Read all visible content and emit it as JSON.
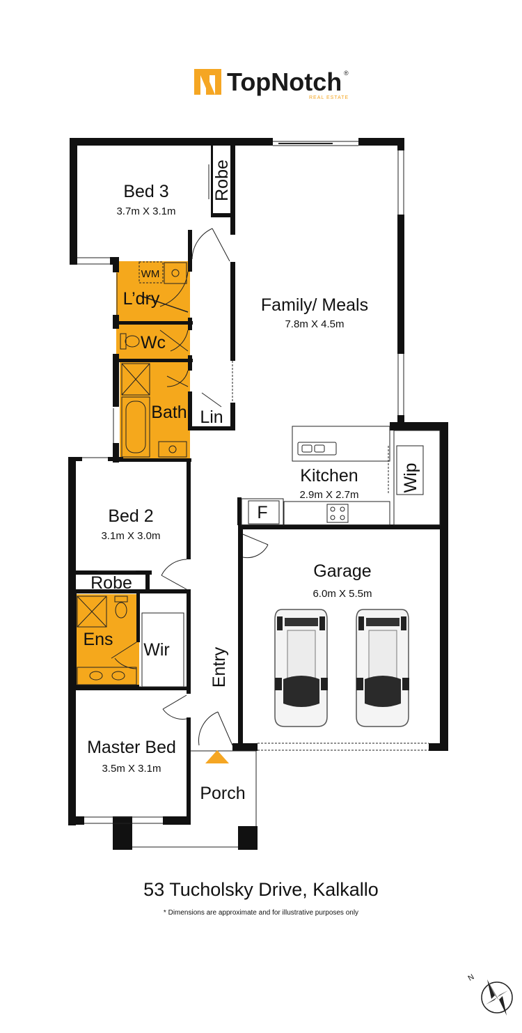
{
  "brand": {
    "name": "TopNotch",
    "tagline": "REAL ESTATE",
    "registered": "®",
    "accent_color": "#f5a623"
  },
  "rooms": {
    "bed3": {
      "name": "Bed 3",
      "size": "3.7m X 3.1m"
    },
    "robe_top": {
      "name": "Robe"
    },
    "laundry": {
      "name": "L’dry",
      "appliance": "WM"
    },
    "wc": {
      "name": "Wc"
    },
    "bath": {
      "name": "Bath"
    },
    "linen": {
      "name": "Lin"
    },
    "family": {
      "name": "Family/ Meals",
      "size": "7.8m X 4.5m"
    },
    "kitchen": {
      "name": "Kitchen",
      "size": "2.9m X 2.7m"
    },
    "wip": {
      "name": "Wip"
    },
    "fridge": {
      "name": "F"
    },
    "bed2": {
      "name": "Bed 2",
      "size": "3.1m X 3.0m"
    },
    "robe_bed2": {
      "name": "Robe"
    },
    "ensuite": {
      "name": "Ens"
    },
    "wir": {
      "name": "Wir"
    },
    "entry": {
      "name": "Entry"
    },
    "garage": {
      "name": "Garage",
      "size": "6.0m X 5.5m"
    },
    "master": {
      "name": "Master Bed",
      "size": "3.5m X 3.1m"
    },
    "porch": {
      "name": "Porch"
    }
  },
  "footer": {
    "address": "53 Tucholsky Drive, Kalkallo",
    "disclaimer": "* Dimensions are approximate and for illustrative purposes only"
  },
  "compass": {
    "label": "N"
  },
  "colors": {
    "wet_area": "#f5a81c",
    "wall": "#111111"
  }
}
